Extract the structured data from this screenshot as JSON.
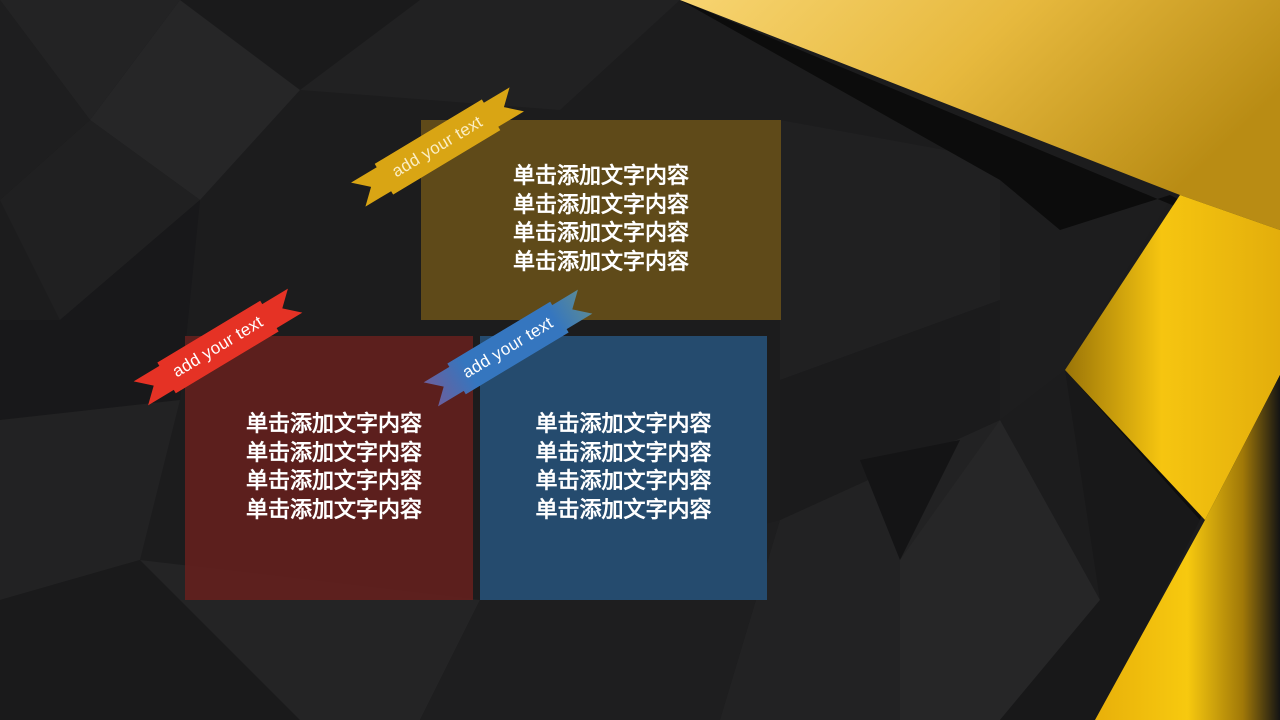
{
  "slide": {
    "background_color": "#1c1c1d",
    "accent_color": "#f5c518"
  },
  "boxes": [
    {
      "id": "top",
      "color": "#5e4a1c",
      "lines": [
        "单击添加文字内容",
        "单击添加文字内容",
        "单击添加文字内容",
        "单击添加文字内容"
      ],
      "ribbon": {
        "label": "add your text",
        "color": "#d9a514"
      }
    },
    {
      "id": "left",
      "color": "#5a2120",
      "lines": [
        "单击添加文字内容",
        "单击添加文字内容",
        "单击添加文字内容",
        "单击添加文字内容"
      ],
      "ribbon": {
        "label": "add your text",
        "color": "#e53225"
      }
    },
    {
      "id": "right",
      "color": "#264c6f",
      "lines": [
        "单击添加文字内容",
        "单击添加文字内容",
        "单击添加文字内容",
        "单击添加文字内容"
      ],
      "ribbon": {
        "label": "add your text",
        "color": "#3576bf"
      }
    }
  ]
}
